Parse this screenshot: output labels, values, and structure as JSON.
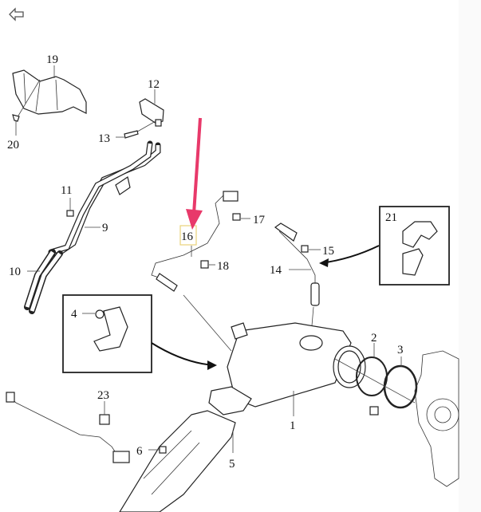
{
  "navigation": {
    "back_icon": "back-arrow-icon"
  },
  "highlight": {
    "arrow_color": "#e8396a",
    "box_color": "#e8d27a",
    "highlighted_part": "16"
  },
  "callouts": {
    "p1": "1",
    "p2": "2",
    "p3": "3",
    "p4": "4",
    "p5": "5",
    "p6": "6",
    "p9": "9",
    "p10": "10",
    "p11": "11",
    "p12": "12",
    "p13": "13",
    "p14": "14",
    "p15": "15",
    "p16": "16",
    "p17": "17",
    "p18": "18",
    "p19": "19",
    "p20": "20",
    "p21": "21",
    "p23": "23"
  }
}
